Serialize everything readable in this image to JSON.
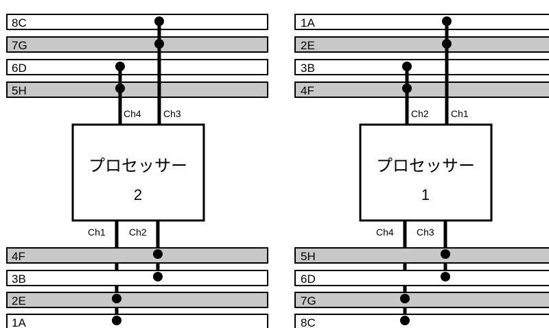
{
  "colors": {
    "shaded_slot": "#c8c8c8",
    "plain_slot": "#ffffff",
    "line": "#000000"
  },
  "processors": [
    {
      "title": "プロセッサー",
      "number": "2",
      "top_channels": [
        "Ch4",
        "Ch3"
      ],
      "bottom_channels": [
        "Ch1",
        "Ch2"
      ],
      "top_slots": [
        "8C",
        "7G",
        "6D",
        "5H"
      ],
      "bottom_slots": [
        "4F",
        "3B",
        "2E",
        "1A"
      ]
    },
    {
      "title": "プロセッサー",
      "number": "1",
      "top_channels": [
        "Ch2",
        "Ch1"
      ],
      "bottom_channels": [
        "Ch4",
        "Ch3"
      ],
      "top_slots": [
        "1A",
        "2E",
        "3B",
        "4F"
      ],
      "bottom_slots": [
        "5H",
        "6D",
        "7G",
        "8C"
      ]
    }
  ]
}
